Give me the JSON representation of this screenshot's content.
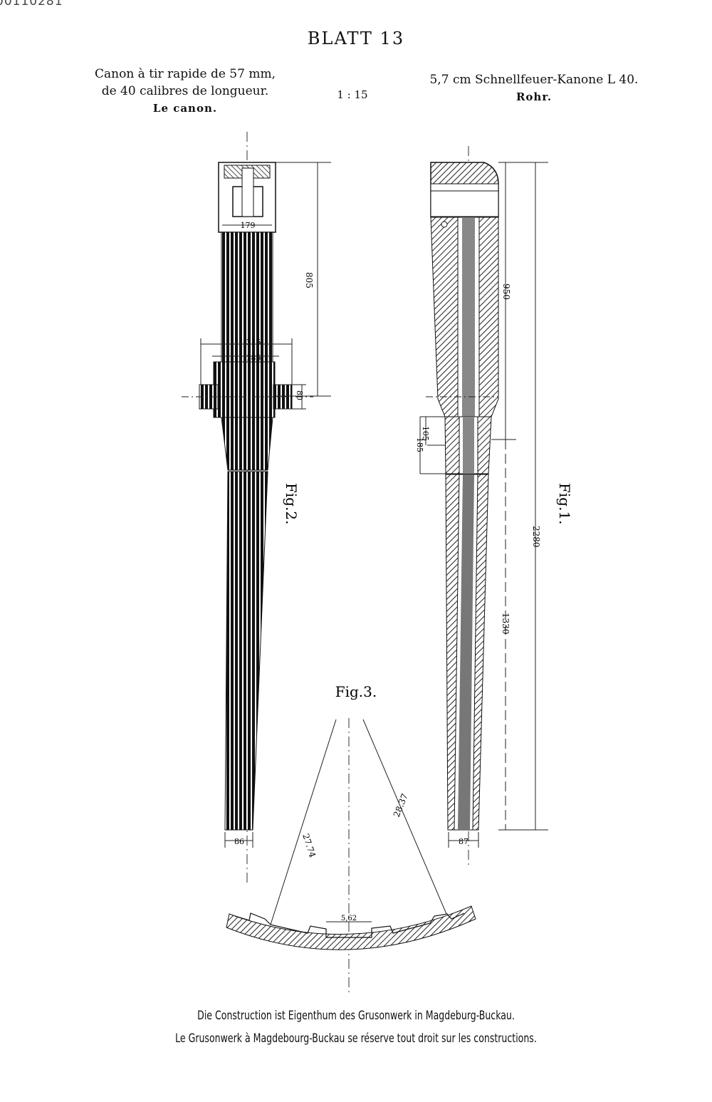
{
  "corner_id": "00110281",
  "plate_title": "BLATT 13",
  "header": {
    "french_line1": "Canon à tir rapide de 57 mm,",
    "french_line2": "de 40 calibres de longueur.",
    "french_sub": "Le canon.",
    "scale": "1 : 15",
    "german_line1": "5,7 cm Schnellfeuer-Kanone L 40.",
    "german_sub": "Rohr."
  },
  "figures": {
    "fig1_label": "Fig.1.",
    "fig2_label": "Fig.2.",
    "fig3_label": "Fig.3."
  },
  "dimensions": {
    "fig2_breech_width": "179",
    "fig2_length_805": "805",
    "fig2_trunnion_span": "315",
    "fig2_trunnion_inner": "185",
    "fig2_trunnion_dia": "80",
    "fig2_muzzle_dia": "86",
    "fig1_length_950": "950",
    "fig1_ring_105": "105",
    "fig1_ring_185": "185",
    "fig1_total_2280": "2280",
    "fig1_length_1330": "1330",
    "fig1_muzzle_dia": "87",
    "fig3_radius_left": "27.74",
    "fig3_radius_right": "28.37",
    "fig3_groove_width": "5,62"
  },
  "caption": {
    "line1": "Die Construction ist Eigenthum des Grusonwerk in Magdeburg-Buckau.",
    "line2": "Le Grusonwerk à Magdebourg-Buckau se réserve tout droit sur les constructions."
  }
}
